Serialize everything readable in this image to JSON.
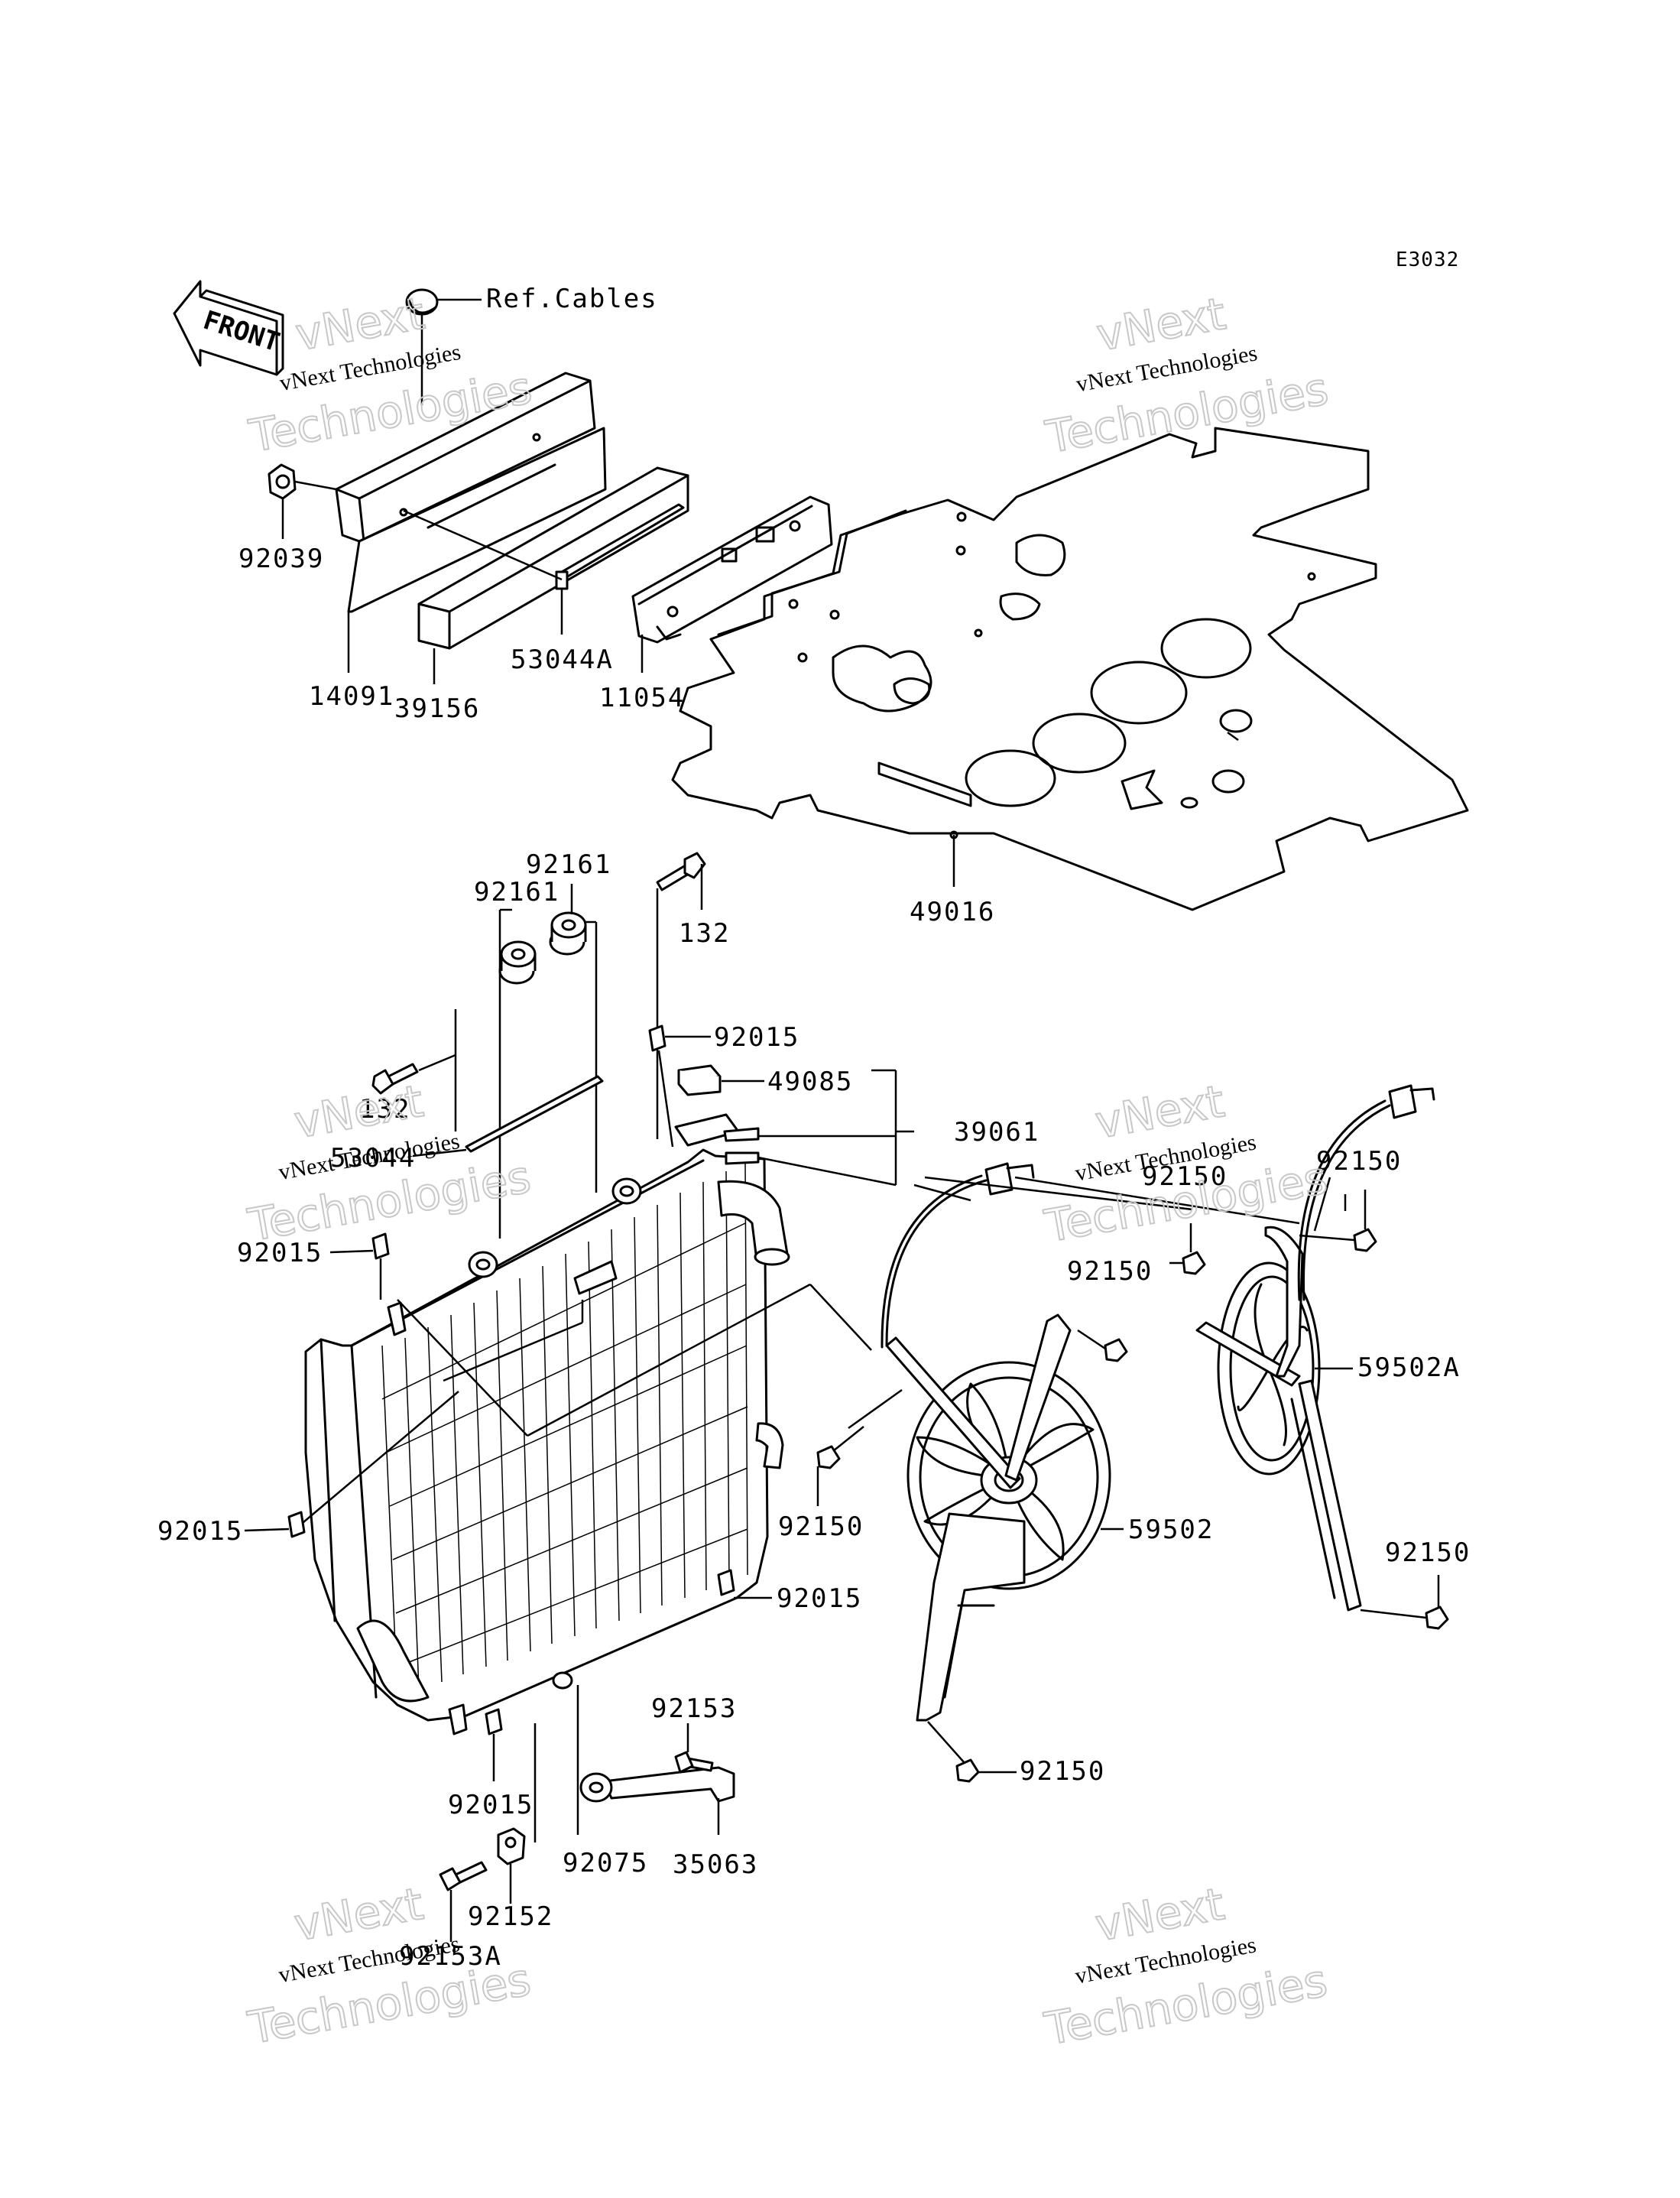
{
  "diagram": {
    "code": "E3032",
    "front_label": "FRONT",
    "ref_label": "Ref.Cables",
    "watermark": {
      "line1": "vNext Technologies",
      "line2": "vNext",
      "line3": "Technologies"
    },
    "part_numbers": {
      "p92039": "92039",
      "p14091": "14091",
      "p39156": "39156",
      "p53044A": "53044A",
      "p11054": "11054",
      "p49016": "49016",
      "p92161a": "92161",
      "p92161b": "92161",
      "p132a": "132",
      "p132b": "132",
      "p53044": "53044",
      "p92015a": "92015",
      "p92015b": "92015",
      "p92015c": "92015",
      "p92015d": "92015",
      "p92015e": "92015",
      "p49085": "49085",
      "p39061": "39061",
      "p92150a": "92150",
      "p92150b": "92150",
      "p92150c": "92150",
      "p92150d": "92150",
      "p92150e": "92150",
      "p92150f": "92150",
      "p59502A": "59502A",
      "p59502": "59502",
      "p92153": "92153",
      "p92075": "92075",
      "p35063": "35063",
      "p92152": "92152",
      "p92153A": "92153A"
    }
  }
}
